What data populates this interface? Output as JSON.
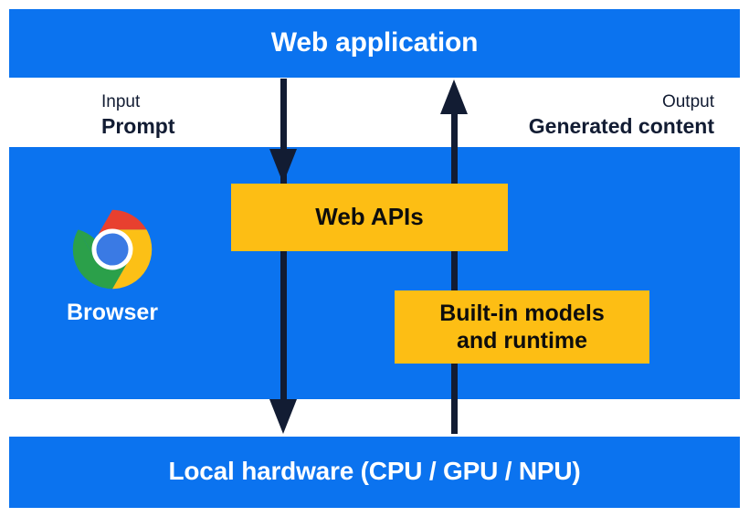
{
  "diagram": {
    "title": "Web application",
    "bands": {
      "top": {
        "label": "Web application"
      },
      "middle": {
        "label": "Browser"
      },
      "bottom": {
        "label": "Local hardware (CPU / GPU / NPU)"
      }
    },
    "boxes": [
      {
        "id": "web-apis",
        "label": "Web APIs"
      },
      {
        "id": "built-in-models",
        "label": "Built-in models and runtime",
        "line1": "Built-in models",
        "line2": "and runtime"
      }
    ],
    "edges": [
      {
        "id": "input",
        "kind": "Input",
        "value": "Prompt",
        "direction": "down"
      },
      {
        "id": "output",
        "kind": "Output",
        "value": "Generated content",
        "direction": "up"
      }
    ],
    "icons": {
      "chrome": "chrome-logo-icon"
    },
    "colors": {
      "band_blue": "#0b73ef",
      "box_yellow": "#fdbe14",
      "arrow_navy": "#121c33",
      "text_on_blue": "#ffffff",
      "text_on_yellow": "#0d0d0d",
      "chrome_red": "#e8402f",
      "chrome_yellow": "#fcc016",
      "chrome_green": "#2ba04a",
      "chrome_blue": "#3a7ae4",
      "chrome_white": "#ffffff"
    }
  }
}
